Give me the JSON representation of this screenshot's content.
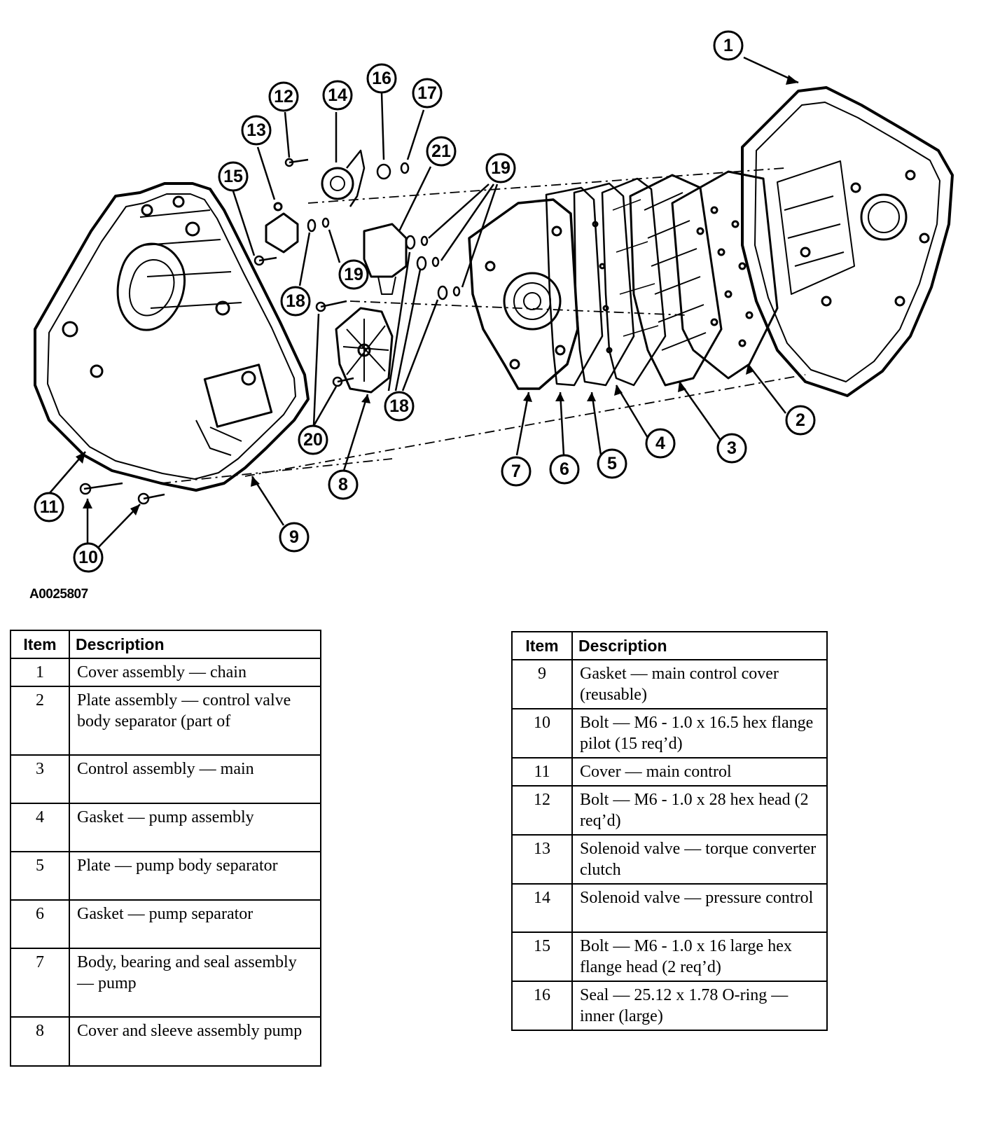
{
  "figure_id": "A0025807",
  "callouts": [
    "1",
    "2",
    "3",
    "4",
    "5",
    "6",
    "7",
    "8",
    "9",
    "10",
    "11",
    "12",
    "13",
    "14",
    "15",
    "16",
    "17",
    "18",
    "19",
    "20",
    "21"
  ],
  "table_headers": {
    "item": "Item",
    "description": "Description"
  },
  "legend_left": [
    {
      "item": "1",
      "description": "Cover assembly — chain"
    },
    {
      "item": "2",
      "description": "Plate assembly — control valve body separator (part of"
    },
    {
      "item": "3",
      "description": "Control assembly — main"
    },
    {
      "item": "4",
      "description": "Gasket — pump assembly"
    },
    {
      "item": "5",
      "description": "Plate — pump body separator"
    },
    {
      "item": "6",
      "description": "Gasket — pump separator"
    },
    {
      "item": "7",
      "description": "Body, bearing and seal assembly — pump"
    },
    {
      "item": "8",
      "description": "Cover and sleeve assembly pump"
    }
  ],
  "legend_right": [
    {
      "item": "9",
      "description": "Gasket — main control cover (reusable)"
    },
    {
      "item": "10",
      "description": "Bolt — M6 - 1.0 x 16.5 hex flange pilot (15 req’d)"
    },
    {
      "item": "11",
      "description": "Cover — main control"
    },
    {
      "item": "12",
      "description": "Bolt — M6 - 1.0 x 28 hex head (2 req’d)"
    },
    {
      "item": "13",
      "description": "Solenoid valve — torque converter clutch"
    },
    {
      "item": "14",
      "description": "Solenoid valve — pressure control"
    },
    {
      "item": "15",
      "description": "Bolt — M6 - 1.0 x 16 large hex flange head (2 req’d)"
    },
    {
      "item": "16",
      "description": "Seal — 25.12 x 1.78 O-ring — inner (large)"
    }
  ]
}
